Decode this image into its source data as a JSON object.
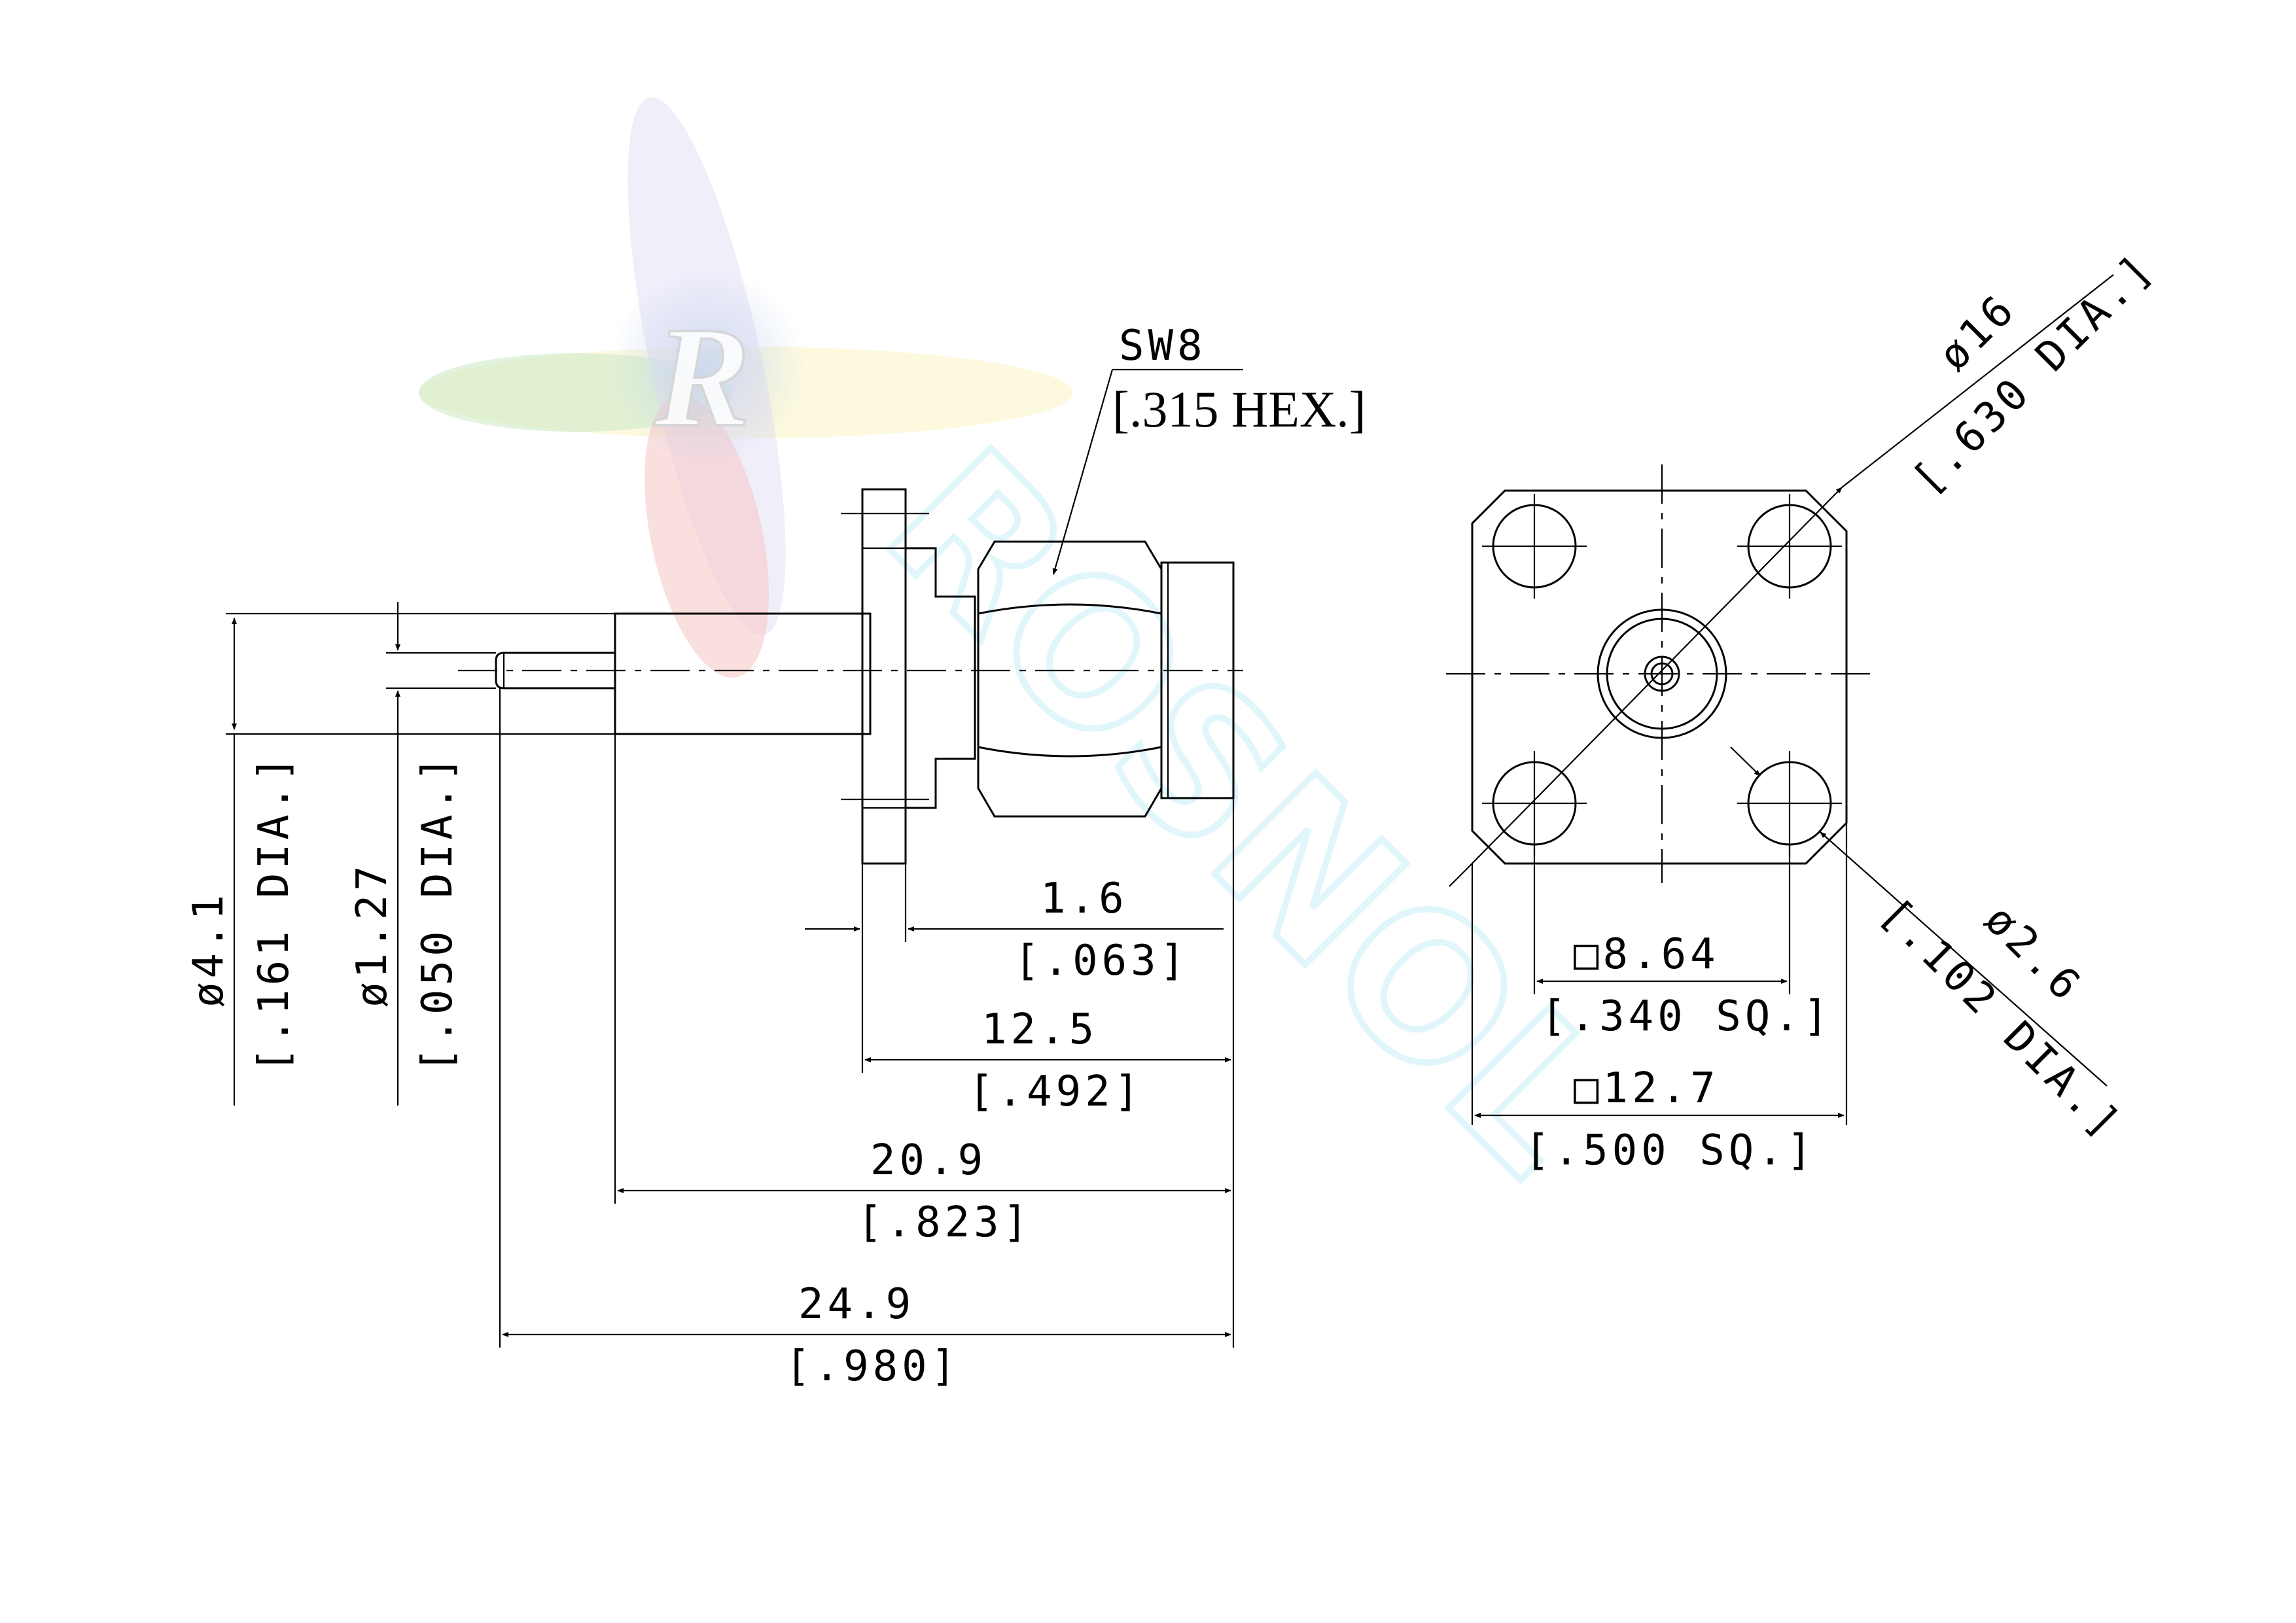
{
  "watermark": {
    "logo_letter": "R",
    "brand": "ROSNOL",
    "colors": {
      "blue": "#9fb8e6",
      "red": "#f0a0a0",
      "green": "#a8dca0",
      "yellow": "#f6ec9c",
      "cyan": "#a6e6f2"
    }
  },
  "side_view": {
    "hex_label": "SW8",
    "hex_label_inch": "[.315 HEX.]",
    "dims": {
      "body_dia_mm": "ø4.1",
      "body_dia_in": "[.161 DIA.]",
      "pin_dia_mm": "ø1.27",
      "pin_dia_in": "[.050 DIA.]",
      "flange_mm": "1.6",
      "flange_in": "[.063]",
      "front_mm": "12.5",
      "front_in": "[.492]",
      "mid_mm": "20.9",
      "mid_in": "[.823]",
      "overall_mm": "24.9",
      "overall_in": "[.980]"
    }
  },
  "front_view": {
    "dims": {
      "flange_dia_mm": "ø16",
      "flange_dia_in": "[.630 DIA.]",
      "hole_dia_mm": "ø2.6",
      "hole_dia_in": "[.102 DIA.]",
      "hole_spacing_mm": "□8.64",
      "hole_spacing_in": "[.340 SQ.]",
      "flange_sq_mm": "□12.7",
      "flange_sq_in": "[.500 SQ.]"
    }
  }
}
